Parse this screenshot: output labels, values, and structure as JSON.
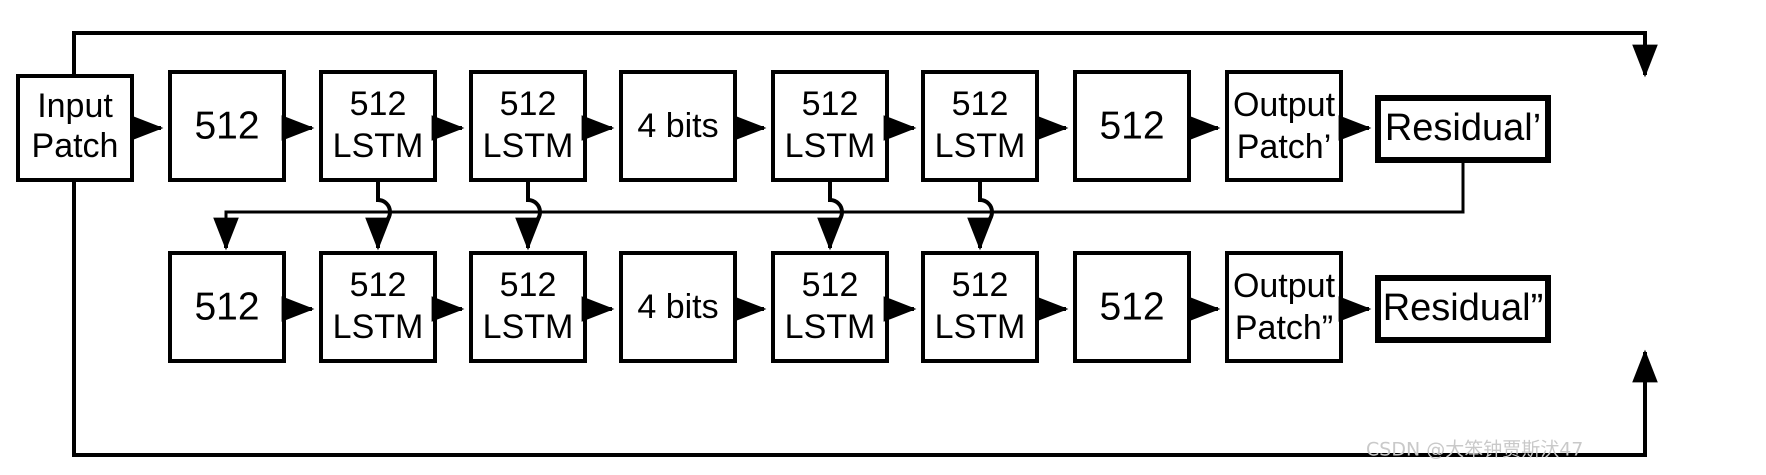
{
  "diagram": {
    "title": "Recurrent residual image compression autoencoder block diagram",
    "colors": {
      "stroke": "#000000",
      "background": "#ffffff",
      "watermark": "#c9c9c9"
    },
    "rows": [
      {
        "id": "iteration-1",
        "nodes": [
          {
            "id": "input-patch",
            "lines": [
              "Input",
              "Patch"
            ],
            "emphasis": "normal"
          },
          {
            "id": "enc-512-a",
            "lines": [
              "512"
            ],
            "emphasis": "normal"
          },
          {
            "id": "enc-lstm-1",
            "lines": [
              "512",
              "LSTM"
            ],
            "emphasis": "normal"
          },
          {
            "id": "enc-lstm-2",
            "lines": [
              "512",
              "LSTM"
            ],
            "emphasis": "normal"
          },
          {
            "id": "bottleneck",
            "lines": [
              "4 bits"
            ],
            "emphasis": "normal"
          },
          {
            "id": "dec-lstm-1",
            "lines": [
              "512",
              "LSTM"
            ],
            "emphasis": "normal"
          },
          {
            "id": "dec-lstm-2",
            "lines": [
              "512",
              "LSTM"
            ],
            "emphasis": "normal"
          },
          {
            "id": "dec-512-a",
            "lines": [
              "512"
            ],
            "emphasis": "normal"
          },
          {
            "id": "output-patch",
            "lines": [
              "Output",
              "Patch’"
            ],
            "emphasis": "normal"
          },
          {
            "id": "residual",
            "lines": [
              "Residual’"
            ],
            "emphasis": "thick"
          }
        ]
      },
      {
        "id": "iteration-2",
        "nodes": [
          {
            "id": "enc-512-b",
            "lines": [
              "512"
            ],
            "emphasis": "normal"
          },
          {
            "id": "enc-lstm-3",
            "lines": [
              "512",
              "LSTM"
            ],
            "emphasis": "normal"
          },
          {
            "id": "enc-lstm-4",
            "lines": [
              "512",
              "LSTM"
            ],
            "emphasis": "normal"
          },
          {
            "id": "bottleneck-2",
            "lines": [
              "4 bits"
            ],
            "emphasis": "normal"
          },
          {
            "id": "dec-lstm-3",
            "lines": [
              "512",
              "LSTM"
            ],
            "emphasis": "normal"
          },
          {
            "id": "dec-lstm-4",
            "lines": [
              "512",
              "LSTM"
            ],
            "emphasis": "normal"
          },
          {
            "id": "dec-512-b",
            "lines": [
              "512"
            ],
            "emphasis": "normal"
          },
          {
            "id": "output-patch-2",
            "lines": [
              "Output",
              "Patch”"
            ],
            "emphasis": "normal"
          },
          {
            "id": "residual-2",
            "lines": [
              "Residual”"
            ],
            "emphasis": "thick"
          }
        ]
      }
    ],
    "labels": {
      "input_patch_line1": "Input",
      "input_patch_line2": "Patch",
      "enc_512_a": "512",
      "enc_lstm_1_line1": "512",
      "enc_lstm_1_line2": "LSTM",
      "enc_lstm_2_line1": "512",
      "enc_lstm_2_line2": "LSTM",
      "bottleneck": "4 bits",
      "dec_lstm_1_line1": "512",
      "dec_lstm_1_line2": "LSTM",
      "dec_lstm_2_line1": "512",
      "dec_lstm_2_line2": "LSTM",
      "dec_512_a": "512",
      "output_patch_line1": "Output",
      "output_patch_line2": "Patch’",
      "residual": "Residual’",
      "enc_512_b": "512",
      "enc_lstm_3_line1": "512",
      "enc_lstm_3_line2": "LSTM",
      "enc_lstm_4_line1": "512",
      "enc_lstm_4_line2": "LSTM",
      "bottleneck_2": "4 bits",
      "dec_lstm_3_line1": "512",
      "dec_lstm_3_line2": "LSTM",
      "dec_lstm_4_line1": "512",
      "dec_lstm_4_line2": "LSTM",
      "dec_512_b": "512",
      "output_patch_2_line1": "Output",
      "output_patch_2_line2": "Patch”",
      "residual_2": "Residual”"
    },
    "watermark": "CSDN @大笨钟贾斯汱47"
  }
}
